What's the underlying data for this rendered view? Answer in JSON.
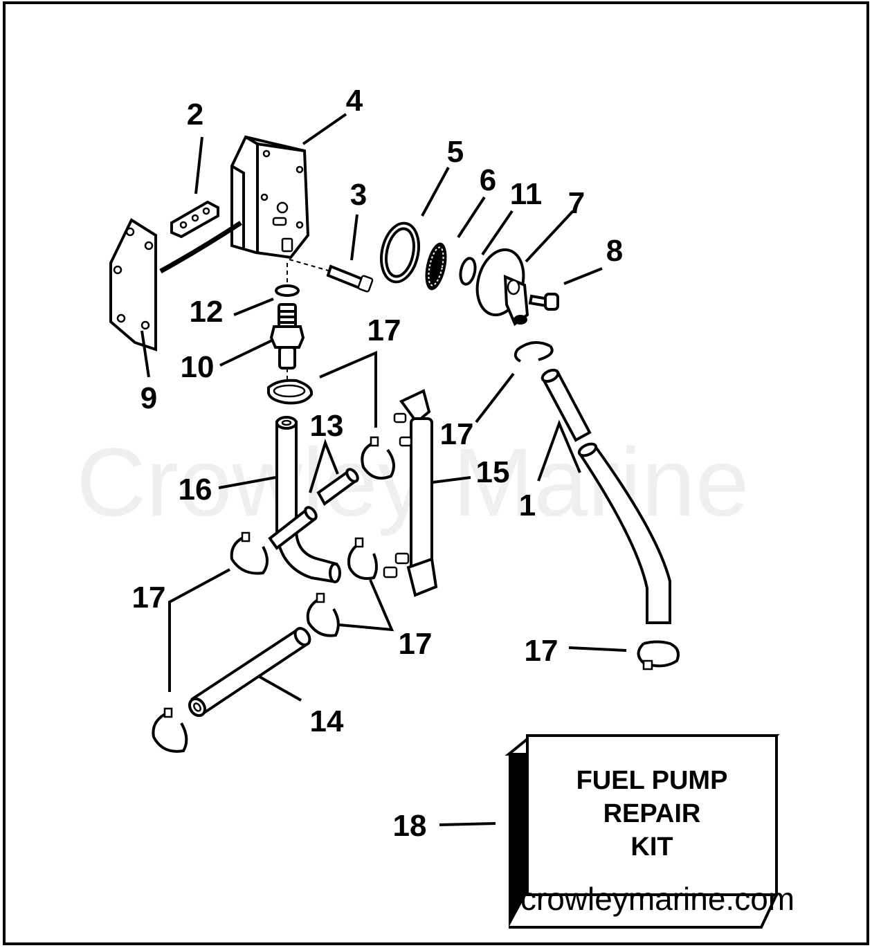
{
  "callouts": {
    "c1": "1",
    "c2": "2",
    "c3": "3",
    "c4": "4",
    "c5": "5",
    "c6": "6",
    "c7": "7",
    "c8": "8",
    "c9": "9",
    "c10": "10",
    "c11": "11",
    "c12": "12",
    "c13": "13",
    "c14": "14",
    "c15": "15",
    "c16": "16",
    "c17": "17",
    "c18": "18"
  },
  "kit": {
    "line1": "FUEL PUMP",
    "line2": "REPAIR",
    "line3": "KIT"
  },
  "watermark": {
    "brand": "Crowley Marine",
    "site": "crowleymarine.com"
  }
}
